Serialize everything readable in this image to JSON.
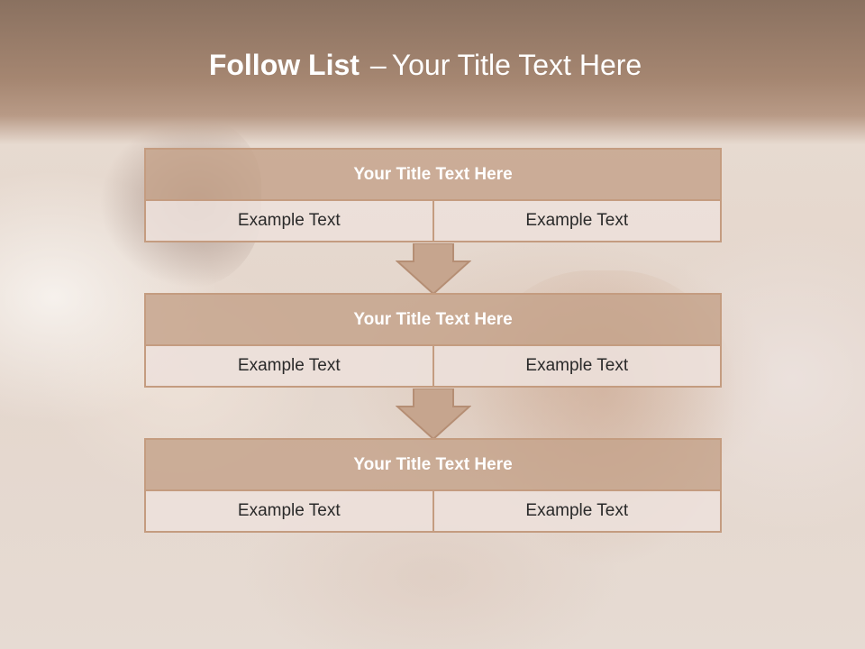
{
  "slide": {
    "title_bold": "Follow List",
    "title_separator": "–",
    "title_rest": "Your Title Text Here"
  },
  "blocks": [
    {
      "title": "Your Title Text Here",
      "left": "Example Text",
      "right": "Example Text"
    },
    {
      "title": "Your Title Text Here",
      "left": "Example Text",
      "right": "Example Text"
    },
    {
      "title": "Your Title Text Here",
      "left": "Example Text",
      "right": "Example Text"
    }
  ],
  "colors": {
    "header": "#a58671",
    "block_head": "#c4a28a",
    "border": "#c49c80",
    "cell": "#ece0da"
  }
}
